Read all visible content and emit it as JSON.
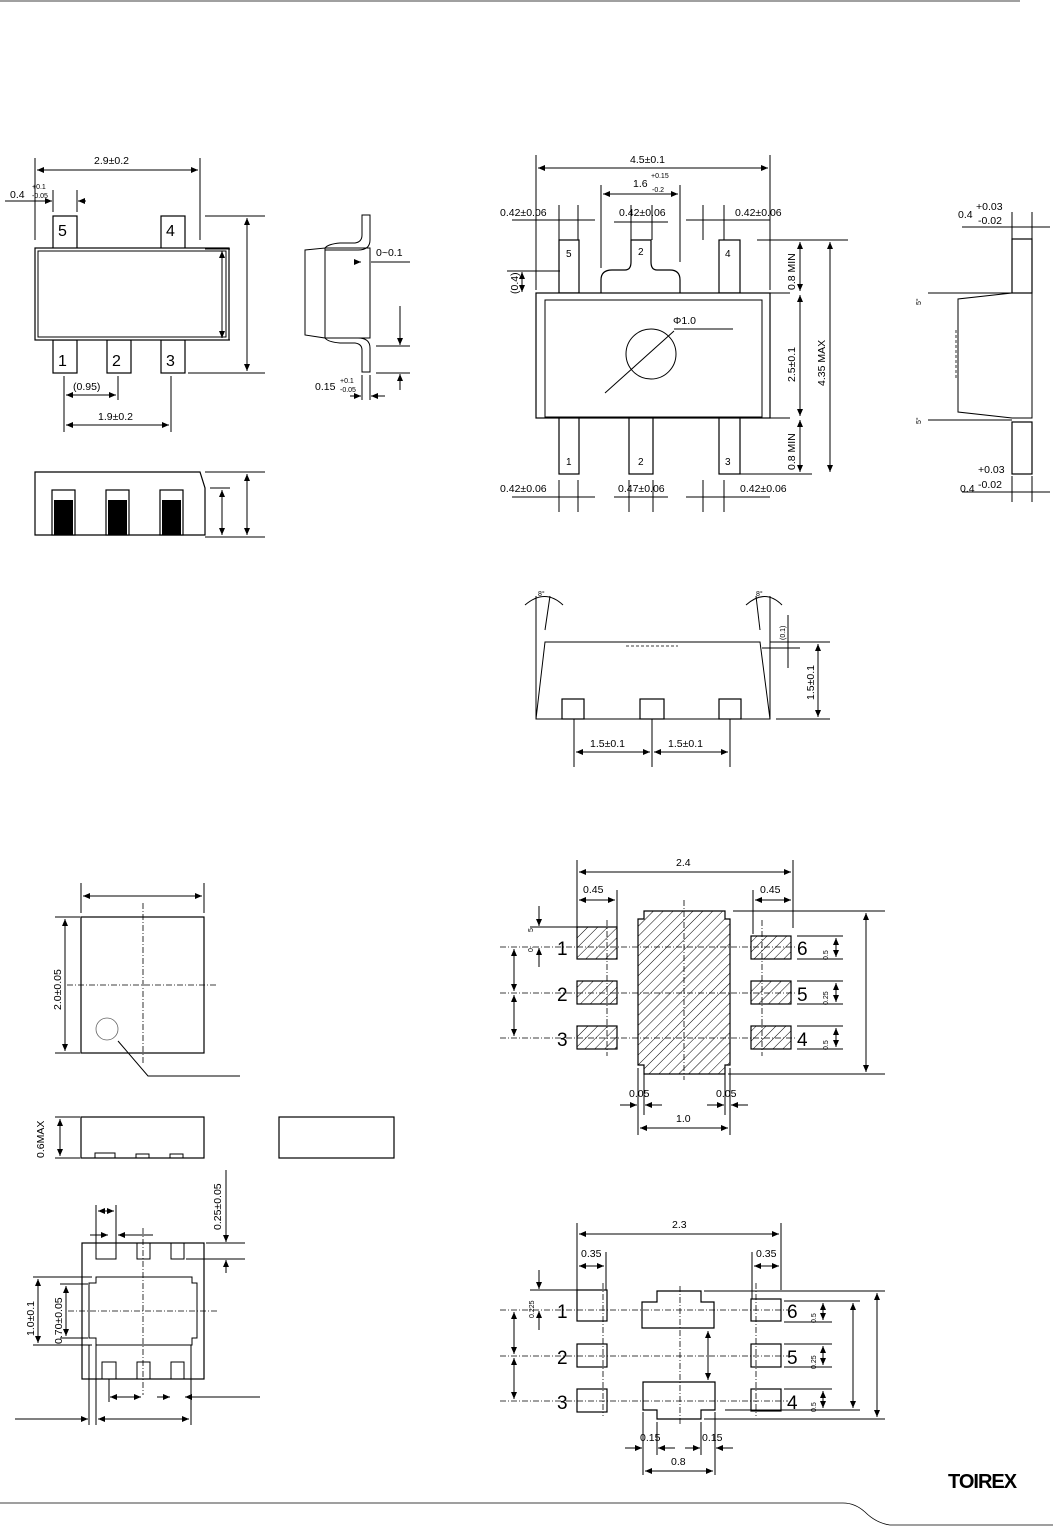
{
  "sot25": {
    "width_dim": "2.9±0.2",
    "lead_width": "0.4",
    "lead_tol_plus": "+0.1",
    "lead_tol_minus": "-0.05",
    "pins": [
      "5",
      "4",
      "1",
      "2",
      "3"
    ],
    "pitch": "(0.95)",
    "pitch_double": "1.9±0.2",
    "standoff": "0~0.1",
    "lead_thickness": "0.15",
    "thickness_tol_plus": "+0.1",
    "thickness_tol_minus": "-0.05"
  },
  "sot89": {
    "width_dim": "4.5±0.1",
    "tab_width": "1.6",
    "tab_tol_plus": "+0.15",
    "tab_tol_minus": "-0.2",
    "top_lead_dims": [
      "0.42±0.06",
      "0.42±0.06",
      "0.42±0.06"
    ],
    "bottom_lead_dims": [
      "0.42±0.06",
      "0.47±0.06",
      "0.42±0.06"
    ],
    "tab_offset": "(0.4)",
    "circle_dia": "Φ1.0",
    "lead_len_top": "0.8 MIN",
    "body_len": "2.5±0.1",
    "lead_len_bottom": "0.8 MIN",
    "total_len": "4.35 MAX",
    "top_pins": [
      "5",
      "2",
      "4"
    ],
    "bottom_pins": [
      "1",
      "2",
      "3"
    ],
    "side": {
      "thickness": "0.4",
      "tol_plus": "+0.03",
      "tol_minus": "-0.02",
      "angle_top": "5°",
      "angle_bottom": "5°"
    },
    "front": {
      "angle_left": "8°",
      "angle_right": "8°",
      "offset": "(0.1)",
      "height": "1.5±0.1",
      "pitch_left": "1.5±0.1",
      "pitch_right": "1.5±0.1"
    }
  },
  "usp6c": {
    "length": "2.0±0.05",
    "height": "0.6MAX",
    "pad_len": "0.25±0.05",
    "pad_span": "1.0±0.1",
    "inner_pad": "0.70±0.05"
  },
  "land1": {
    "overall": "2.4",
    "pad_w_left": "0.45",
    "pad_w_right": "0.45",
    "pad_h_left_a": "5",
    "pad_h_left_b": "0.",
    "pins_left": [
      "1",
      "2",
      "3"
    ],
    "pins_right": [
      "6",
      "5",
      "4"
    ],
    "right_dims": [
      "0.5",
      "0.25",
      "0.5"
    ],
    "gap_left": "0.05",
    "gap_right": "0.05",
    "center_w": "1.0"
  },
  "land2": {
    "overall": "2.3",
    "pad_w_left": "0.35",
    "pad_w_right": "0.35",
    "pad_h_left": "0.225",
    "pins_left": [
      "1",
      "2",
      "3"
    ],
    "pins_right": [
      "6",
      "5",
      "4"
    ],
    "right_dims": [
      "0.5",
      "0.25",
      "0.5"
    ],
    "gap_left": "0.15",
    "gap_right": "0.15",
    "center_w": "0.8"
  },
  "footer": {
    "logo": "TOIREX"
  }
}
